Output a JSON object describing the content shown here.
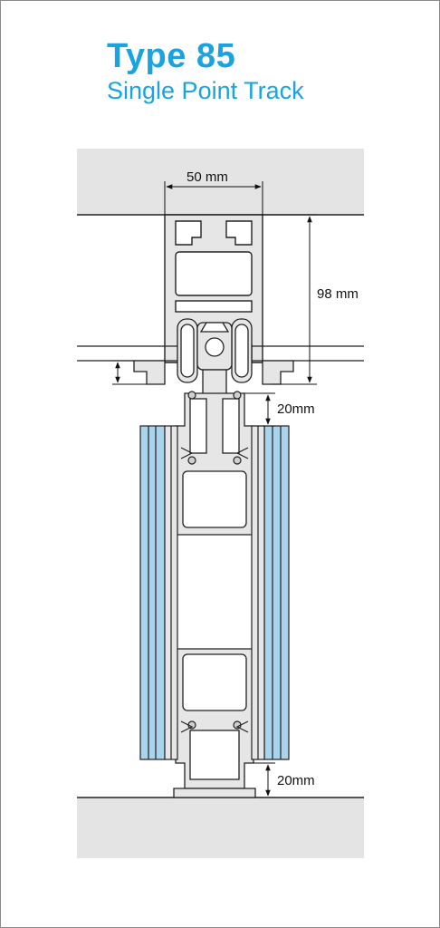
{
  "header": {
    "title": "Type 85",
    "subtitle": "Single Point Track"
  },
  "dimensions": {
    "width_label": "50 mm",
    "height_label": "98 mm",
    "top_gap_label": "20mm",
    "bottom_gap_label": "20mm"
  },
  "colors": {
    "accent": "#1aa3df",
    "glass": "#a9d4ec",
    "profile": "#e6e6e6",
    "ceiling": "#e4e4e4",
    "outline": "#222222"
  }
}
